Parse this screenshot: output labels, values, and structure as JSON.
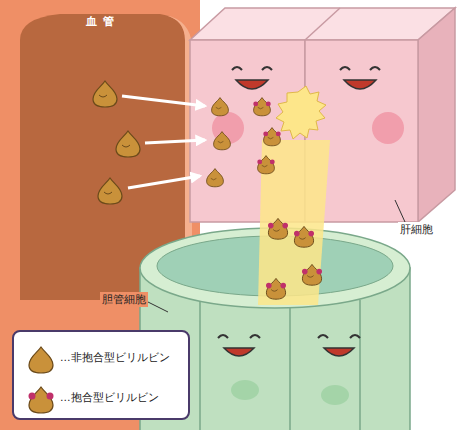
{
  "diagram": {
    "nodes": [
      {
        "text": [
          "血管"
        ]
      }
    ],
    "labels": [
      "肝細胞",
      "胆管細胞"
    ],
    "legend": [
      {
        "text": "…非抱合型ビリルビン"
      },
      {
        "text": "…抱合型ビリルビン"
      }
    ]
  }
}
